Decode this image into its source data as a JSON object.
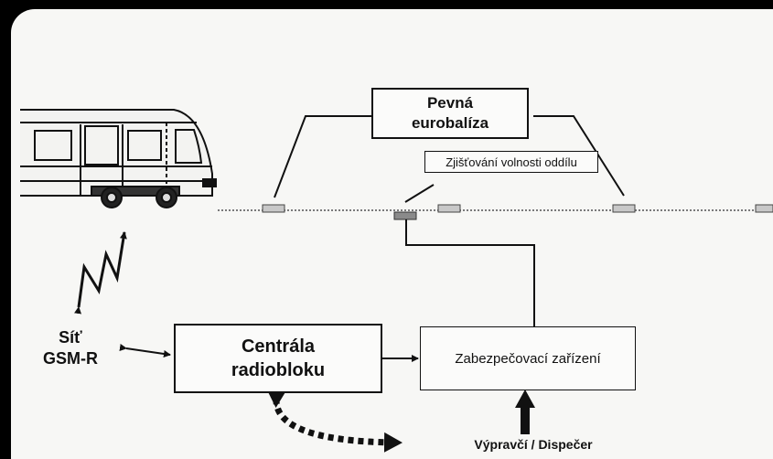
{
  "labels": {
    "balise_title_line1": "Pevná",
    "balise_title_line2": "eurobalíza",
    "track_detection": "Zjišťování volnosti oddílu",
    "network_line1": "Síť",
    "network_line2": "GSM-R",
    "rbc_line1": "Centrála",
    "rbc_line2": "radiobloku",
    "interlocking": "Zabezpečovací zařízení",
    "dispatcher": "Výpravčí / Dispečer"
  },
  "colors": {
    "background": "#000000",
    "paper": "#f7f7f5",
    "ink": "#111111",
    "balise_fill": "#c8c8c8",
    "track": "#7a7a7a"
  },
  "icons": [
    "train-icon",
    "radio-wave-icon",
    "balise-icon",
    "double-arrow-icon",
    "dashed-arrow-icon"
  ]
}
